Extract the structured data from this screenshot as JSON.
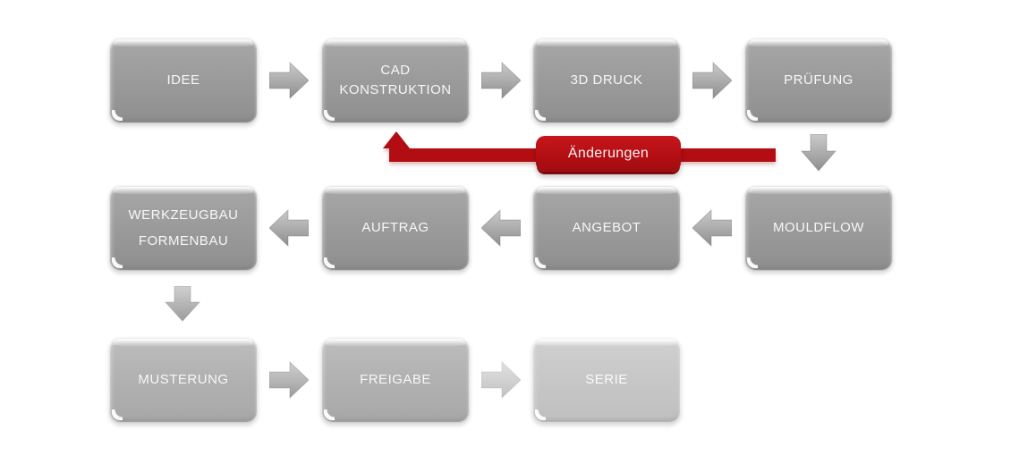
{
  "diagram": {
    "background": "#ffffff",
    "nodes": [
      {
        "id": "idee",
        "label": "IDEE"
      },
      {
        "id": "cad",
        "label": "CAD\nKONSTRUKTION"
      },
      {
        "id": "druck3d",
        "label": "3D DRUCK"
      },
      {
        "id": "pruefung",
        "label": "PRÜFUNG"
      },
      {
        "id": "mouldflow",
        "label": "MOULDFLOW"
      },
      {
        "id": "angebot",
        "label": "ANGEBOT"
      },
      {
        "id": "auftrag",
        "label": "AUFTRAG"
      },
      {
        "id": "werkzeugbau",
        "label": "WERKZEUGBAU\nFORMENBAU"
      },
      {
        "id": "musterung",
        "label": "MUSTERUNG"
      },
      {
        "id": "freigabe",
        "label": "FREIGABE"
      },
      {
        "id": "serie",
        "label": "SERIE"
      }
    ],
    "feedback": {
      "label": "Änderungen",
      "from": "pruefung",
      "to": "cad"
    },
    "flow": [
      {
        "from": "IDEE",
        "to": "CAD KONSTRUKTION"
      },
      {
        "from": "CAD KONSTRUKTION",
        "to": "3D DRUCK"
      },
      {
        "from": "3D DRUCK",
        "to": "PRÜFUNG"
      },
      {
        "from": "PRÜFUNG",
        "to": "MOULDFLOW"
      },
      {
        "from": "MOULDFLOW",
        "to": "ANGEBOT"
      },
      {
        "from": "ANGEBOT",
        "to": "AUFTRAG"
      },
      {
        "from": "AUFTRAG",
        "to": "WERKZEUGBAU FORMENBAU"
      },
      {
        "from": "WERKZEUGBAU FORMENBAU",
        "to": "MUSTERUNG"
      },
      {
        "from": "MUSTERUNG",
        "to": "FREIGABE"
      },
      {
        "from": "FREIGABE",
        "to": "SERIE"
      },
      {
        "from": "PRÜFUNG",
        "to": "CAD KONSTRUKTION",
        "label": "Änderungen",
        "type": "feedback"
      }
    ],
    "colors": {
      "node_gray": "#9b9b9b",
      "node_gray_light": "#b1b1b1",
      "node_gray_lighter": "#c7c7c7",
      "arrow_gray": "#aaaaaa",
      "feedback_red": "#b20d12",
      "badge_red": "#b30f14",
      "text": "#f7f7f7"
    }
  }
}
